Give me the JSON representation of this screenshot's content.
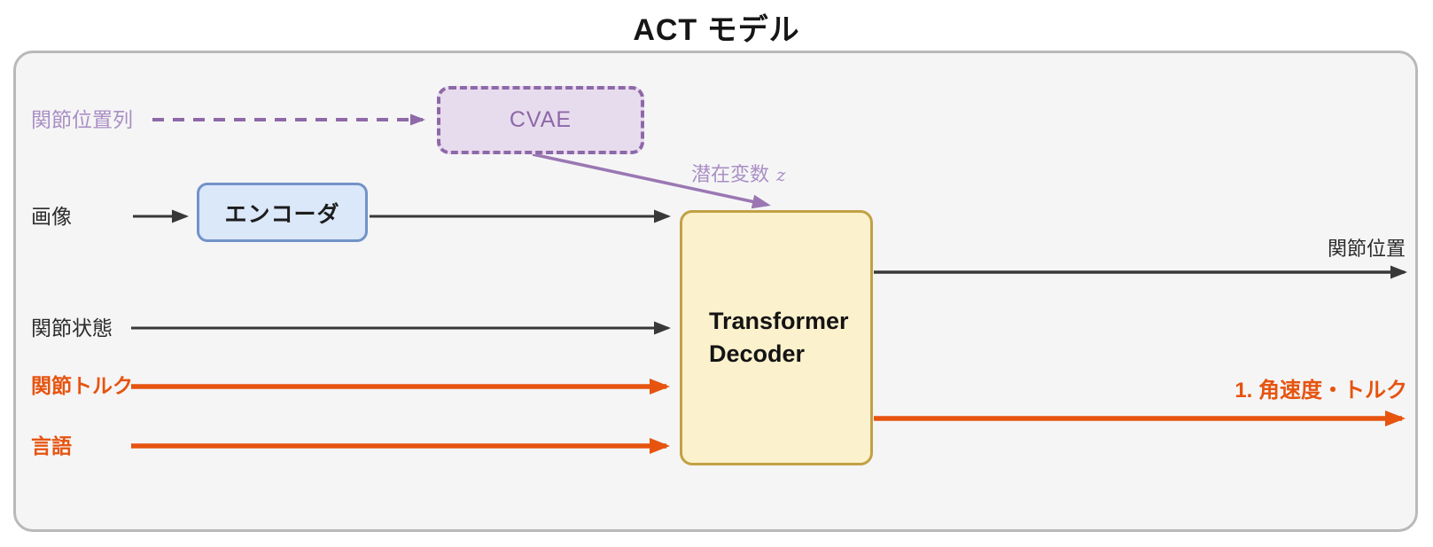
{
  "title": "ACT モデル",
  "nodes": {
    "cvae": {
      "label": "CVAE"
    },
    "encoder": {
      "label": "エンコーダ"
    },
    "decoder": {
      "label_line1": "Transformer",
      "label_line2": "Decoder"
    }
  },
  "inputs": {
    "joint_position_seq": {
      "label": "関節位置列"
    },
    "image": {
      "label": "画像"
    },
    "joint_state": {
      "label": "関節状態"
    },
    "joint_torque": {
      "label": "関節トルク"
    },
    "language": {
      "label": "言語"
    }
  },
  "edge_labels": {
    "latent_variable": {
      "text": "潜在変数",
      "var": "z"
    }
  },
  "outputs": {
    "joint_position": {
      "label": "関節位置"
    },
    "velocity_torque": {
      "label": "1. 角速度・トルク"
    }
  },
  "colors": {
    "container_fill": "#f5f5f6",
    "container_border": "#b9b9bb",
    "black_arrow": "#383838",
    "orange": "#e6540f",
    "purple_border": "#8e68a8",
    "purple_fill": "#e7dcee",
    "purple_label": "#a98fc4",
    "blue_border": "#7292c8",
    "blue_fill": "#dbe8fa",
    "yellow_border": "#c2a144",
    "yellow_fill": "#fbf1cd"
  }
}
